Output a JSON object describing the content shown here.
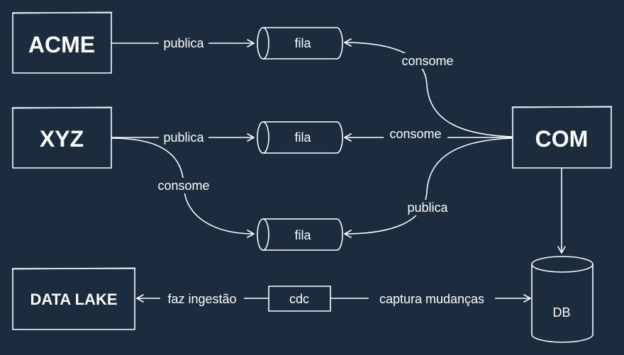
{
  "colors": {
    "background": "#1a2c3e",
    "ink": "#ffffff"
  },
  "nodes": {
    "acme": "ACME",
    "xyz": "XYZ",
    "com": "COM",
    "data_lake": "DATA LAKE",
    "queue_top": "fila",
    "queue_mid": "fila",
    "queue_bottom": "fila",
    "cdc": "cdc",
    "db": "DB"
  },
  "edges": {
    "acme_publishes": "publica",
    "com_consumes_top": "consome",
    "xyz_publishes": "publica",
    "com_consumes_mid": "consome",
    "xyz_consumes": "consome",
    "com_publishes": "publica",
    "cdc_ingests": "faz ingestão",
    "cdc_captures": "captura mudanças"
  }
}
